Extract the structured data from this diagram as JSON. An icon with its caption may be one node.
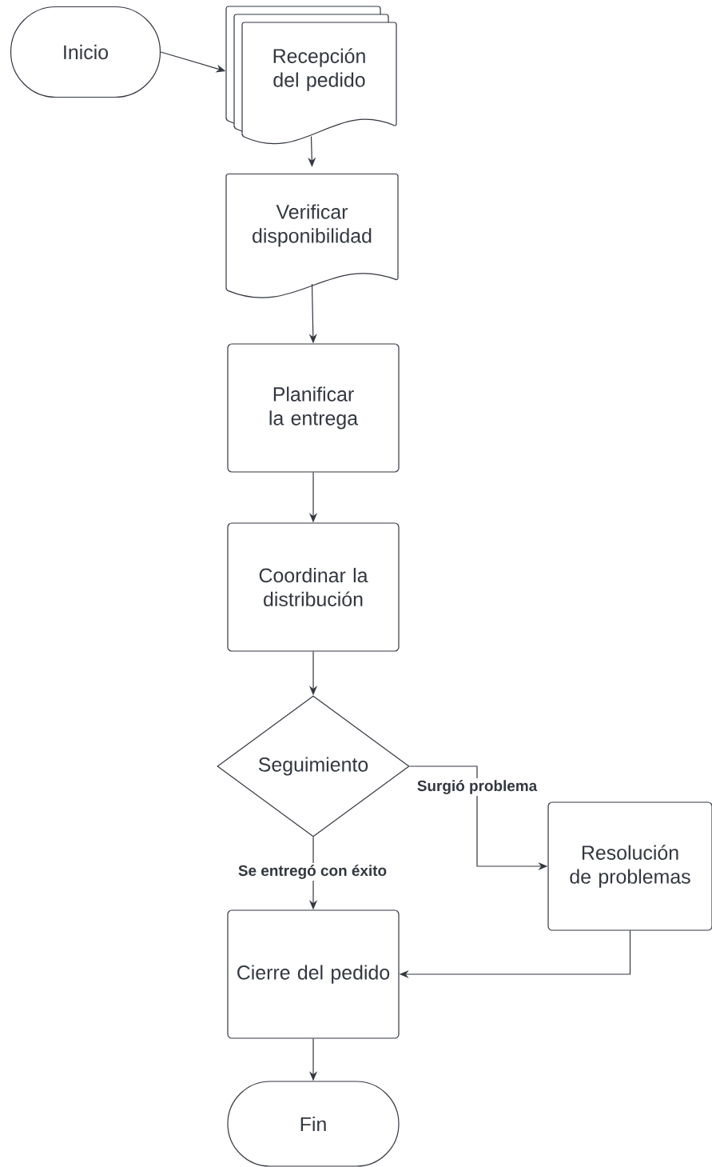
{
  "diagram": {
    "nodes": [
      {
        "text": [
          "Inicio"
        ]
      },
      {
        "text": [
          "Recepción del pedido"
        ]
      },
      {
        "text": [
          "Verificar disponibilidad"
        ]
      },
      {
        "text": [
          "Planificar la entrega"
        ]
      },
      {
        "text": [
          "Coordinar la distribución"
        ]
      },
      {
        "text": [
          "Seguimiento"
        ]
      },
      {
        "text": [
          "Resolución de problemas"
        ]
      },
      {
        "text": [
          "Cierre del pedido"
        ]
      },
      {
        "text": [
          "Fin"
        ]
      }
    ],
    "edges": [
      {
        "from": 0,
        "to": 1,
        "arrow": "to"
      },
      {
        "from": 1,
        "to": 2,
        "arrow": "to"
      },
      {
        "from": 2,
        "to": 3,
        "arrow": "to"
      },
      {
        "from": 3,
        "to": 4,
        "arrow": "to"
      },
      {
        "from": 4,
        "to": 5,
        "arrow": "to"
      },
      {
        "from": 5,
        "to": 6,
        "arrow": "to",
        "label": "Surgió problema"
      },
      {
        "from": 5,
        "to": 7,
        "arrow": "to",
        "label": "Se entregó con éxito"
      },
      {
        "from": 6,
        "to": 7,
        "arrow": "to"
      },
      {
        "from": 7,
        "to": 8,
        "arrow": "to"
      }
    ]
  }
}
